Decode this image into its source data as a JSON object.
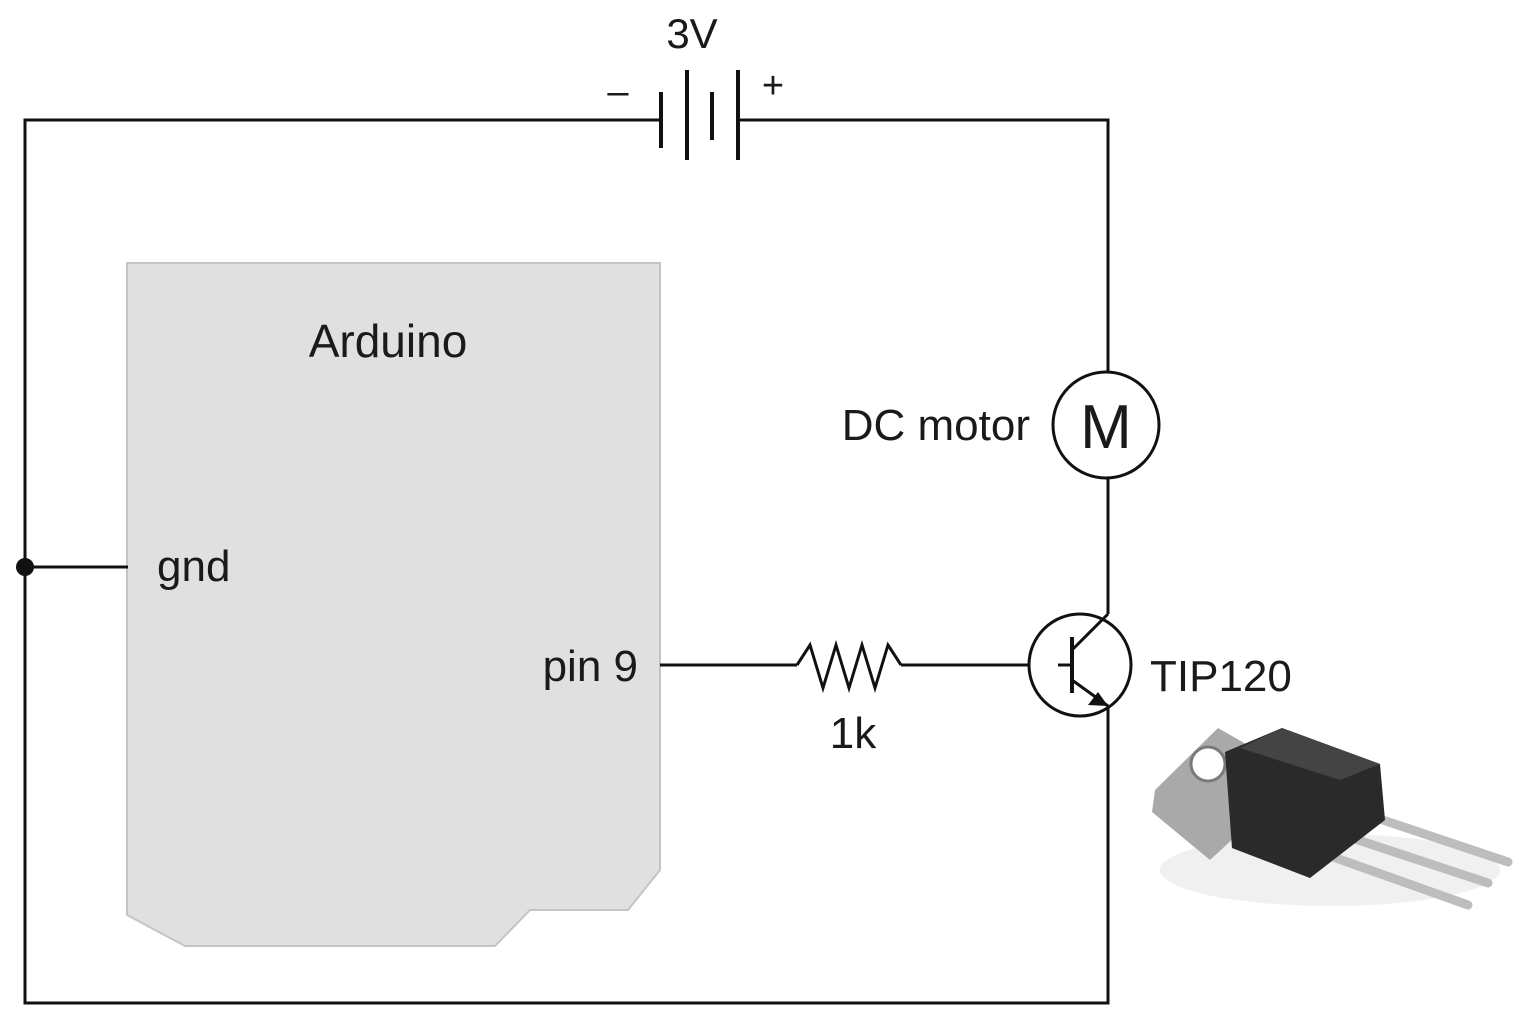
{
  "labels": {
    "battery_voltage": "3V",
    "battery_negative": "–",
    "battery_positive": "+",
    "board": "Arduino",
    "gnd_pin": "gnd",
    "signal_pin": "pin 9",
    "resistor_value": "1k",
    "motor": "DC motor",
    "motor_symbol": "M",
    "transistor": "TIP120"
  },
  "colors": {
    "board_fill": "#e0e0e0",
    "board_stroke": "#c4c4c4",
    "wire": "#111111",
    "transistor_tab": "#a9a9a9",
    "transistor_body": "#2a2a2a",
    "transistor_leads": "#bdbdbd"
  }
}
